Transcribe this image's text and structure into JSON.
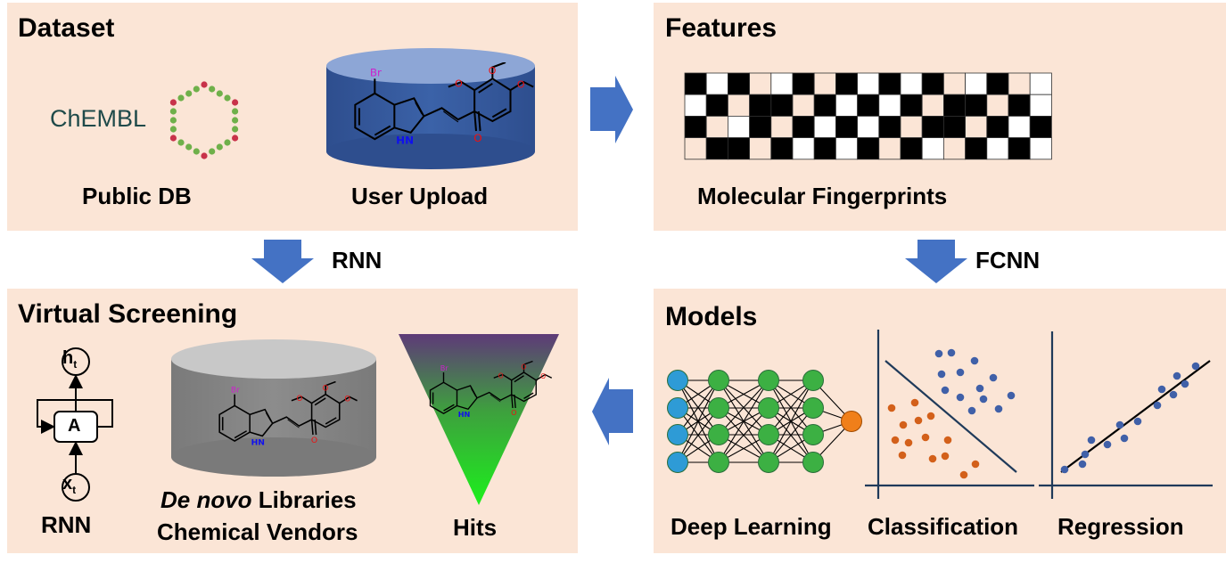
{
  "panels": {
    "dataset": {
      "title": "Dataset",
      "public_db": "Public DB",
      "user_upload": "User Upload",
      "chembl": "ChEMBL"
    },
    "features": {
      "title": "Features",
      "fingerprints": "Molecular Fingerprints"
    },
    "virtual_screening": {
      "title": "Virtual Screening",
      "rnn": "RNN",
      "de_novo_em": "De novo",
      "de_novo_rest": " Libraries",
      "vendors": "Chemical Vendors",
      "hits": "Hits",
      "rnn_cell": "A",
      "h_main": "h",
      "h_sub": "t",
      "x_main": "x",
      "x_sub": "t"
    },
    "models": {
      "title": "Models",
      "deep_learning": "Deep Learning",
      "classification": "Classification",
      "regression": "Regression"
    }
  },
  "arrows": {
    "rnn": "RNN",
    "fcnn": "FCNN"
  },
  "molecule": {
    "br": "Br",
    "hn": "HN",
    "o": "O"
  },
  "colors": {
    "panel": "#fbe5d6",
    "arrow": "#4472c4",
    "node_blue": "#2e9bd6",
    "node_green": "#3cb043",
    "node_orange": "#f07f1a",
    "dot_blue": "#4060a8",
    "dot_orange": "#d3601a"
  }
}
